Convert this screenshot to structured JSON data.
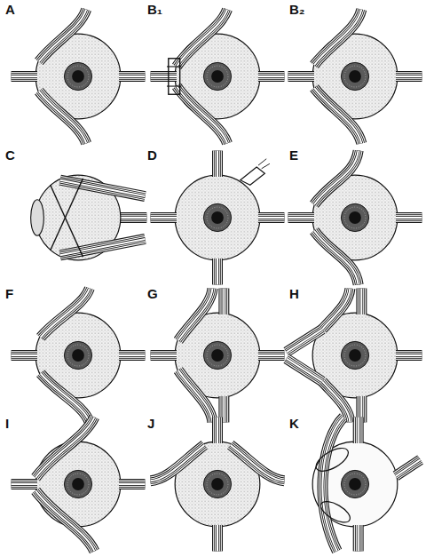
{
  "diagram": {
    "labels": [
      "A",
      "B₁",
      "B₂",
      "C",
      "D",
      "E",
      "F",
      "G",
      "H",
      "I",
      "J",
      "K"
    ]
  }
}
